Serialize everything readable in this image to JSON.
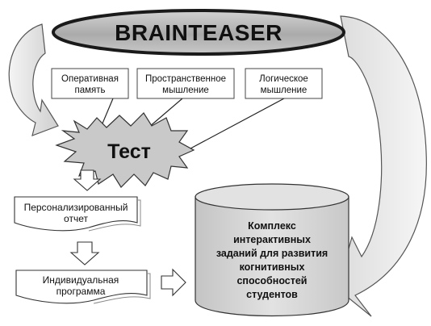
{
  "title": "BRAINTEASER",
  "skills": [
    {
      "lines": [
        "Оперативная",
        "память"
      ]
    },
    {
      "lines": [
        "Пространственное",
        "мышление"
      ]
    },
    {
      "lines": [
        "Логическое",
        "мышление"
      ]
    }
  ],
  "test_label": "Тест",
  "report": {
    "lines": [
      "Персонализированный",
      "отчет"
    ]
  },
  "program": {
    "lines": [
      "Индивидуальная",
      "программа"
    ]
  },
  "complex": {
    "lines": [
      "Комплекс",
      "интерактивных",
      "заданий для развития",
      "когнитивных",
      "способностей",
      "студентов"
    ]
  },
  "colors": {
    "title_fill": "#a9a9a9",
    "test_fill": "#c9c9c9",
    "cylinder_fill": "#d6d6d6",
    "arrow_fill": "#e8e8e8"
  }
}
